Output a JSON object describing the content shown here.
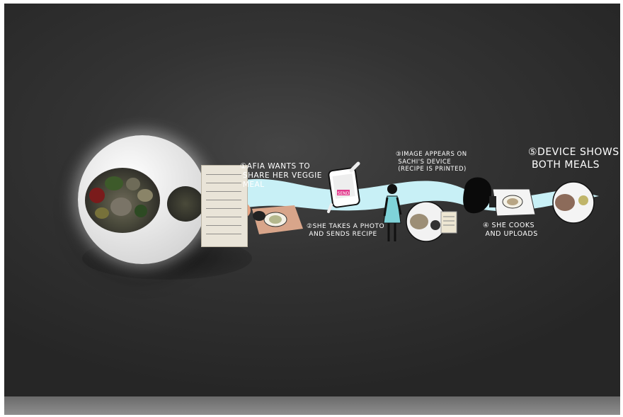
{
  "storyboard": {
    "steps": [
      {
        "label": "①AFIA WANTS TO\n SHARE HER VEGGIE\n MEAL"
      },
      {
        "label": "②SHE TAKES A PHOTO\n AND SENDS RECIPE"
      },
      {
        "label": "③IMAGE APPEARS ON\n SACHI'S DEVICE\n (RECIPE IS PRINTED)"
      },
      {
        "label": "④ SHE COOKS\n AND UPLOADS"
      },
      {
        "label": "⑤DEVICE SHOWS\n BOTH MEALS"
      }
    ],
    "phone_button": "SEND"
  },
  "colors": {
    "background": "#2f2f2f",
    "ribbon": "#c8f0f6",
    "figure_dress": "#7fd3d9",
    "device_glow": "#ffffff"
  },
  "icons": [
    "device-icon",
    "phone-icon",
    "plate-icon",
    "printed-recipe-icon",
    "person-icon"
  ]
}
